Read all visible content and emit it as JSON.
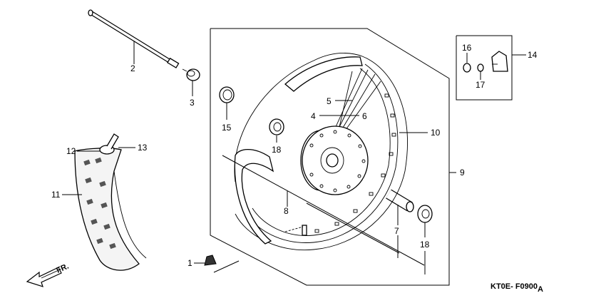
{
  "callouts": {
    "c1": "1",
    "c2": "2",
    "c3": "3",
    "c4": "4",
    "c5": "5",
    "c6": "6",
    "c7": "7",
    "c8": "8",
    "c9": "9",
    "c10": "10",
    "c11": "11",
    "c12": "12",
    "c13": "13",
    "c14": "14",
    "c15": "15",
    "c16": "16",
    "c17": "17",
    "c18a": "18",
    "c18b": "18"
  },
  "direction_label": "FR.",
  "diagram_code": "KT0E- F0900",
  "diagram_code_suffix": "A"
}
